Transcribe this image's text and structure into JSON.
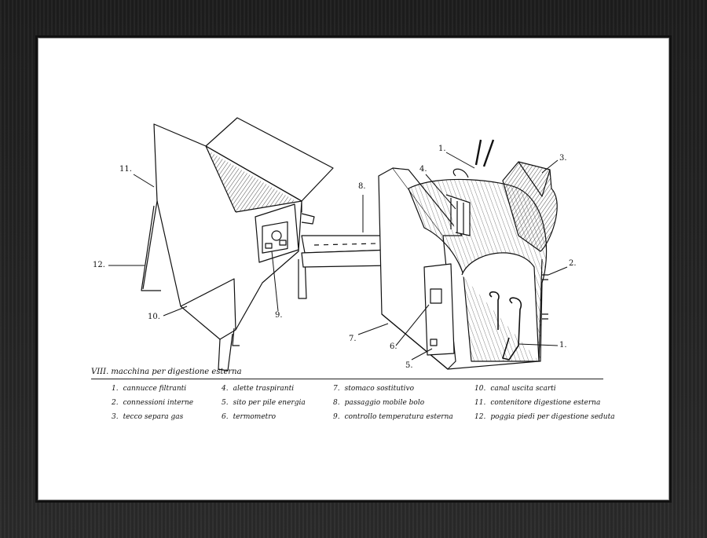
{
  "caption": "VIII. macchina per digestione esterna",
  "legend": [
    {
      "num": "1.",
      "text": "cannucce filtranti"
    },
    {
      "num": "2.",
      "text": "connessioni interne"
    },
    {
      "num": "3.",
      "text": "tecco separa gas"
    },
    {
      "num": "4.",
      "text": "alette traspiranti"
    },
    {
      "num": "5.",
      "text": "sito per pile energia"
    },
    {
      "num": "6.",
      "text": "termometro"
    },
    {
      "num": "7.",
      "text": "stomaco sostitutivo"
    },
    {
      "num": "8.",
      "text": "passaggio mobile bolo"
    },
    {
      "num": "9.",
      "text": "controllo temperatura esterna"
    },
    {
      "num": "10.",
      "text": "canal uscita scarti"
    },
    {
      "num": "11.",
      "text": "contenitore digestione esterna"
    },
    {
      "num": "12.",
      "text": "poggia piedi per digestione seduta"
    }
  ],
  "callouts": {
    "c1a": "1.",
    "c1b": "1.",
    "c2": "2.",
    "c3": "3.",
    "c4": "4.",
    "c5": "5.",
    "c6": "6.",
    "c7": "7.",
    "c8": "8.",
    "c9": "9.",
    "c10": "10.",
    "c11": "11.",
    "c12": "12."
  }
}
